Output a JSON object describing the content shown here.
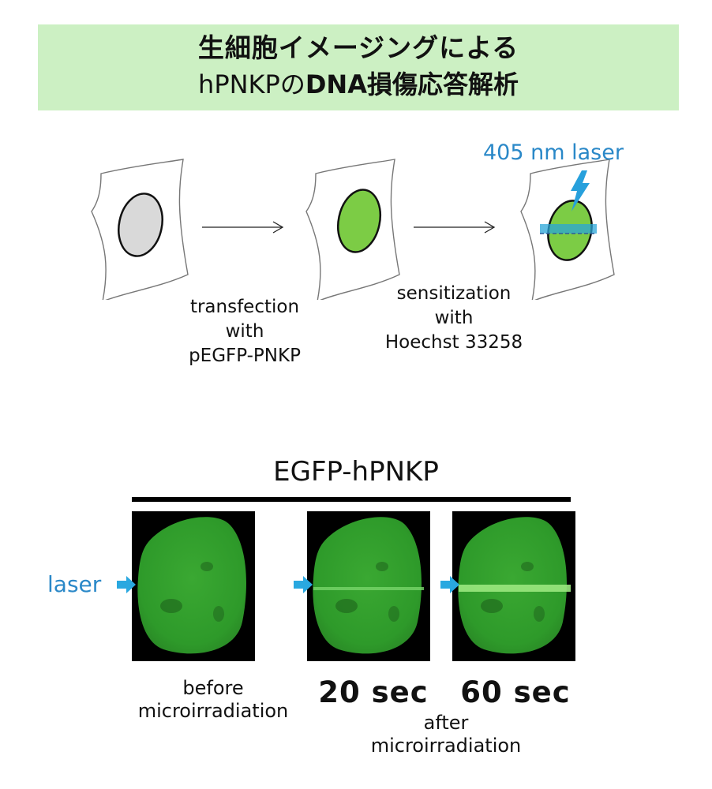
{
  "title": {
    "line1": "生細胞イメージングによる",
    "line2_a": "hPNKPの",
    "line2_b": "DNA損傷応答解析"
  },
  "schema": {
    "laser_label": "405 nm laser",
    "step1_label": [
      "transfection",
      "with",
      "pEGFP-PNKP"
    ],
    "step2_label": [
      "sensitization",
      "with",
      "Hoechst 33258"
    ]
  },
  "imaging": {
    "headline": "EGFP-hPNKP",
    "laser_side_label": "laser",
    "panel_before_caption": [
      "before",
      "microirradiation"
    ],
    "time_20": "20 sec",
    "time_60": "60 sec",
    "after_caption": [
      "after",
      "microirradiation"
    ]
  },
  "colors": {
    "title_bg": "#ccf0c3",
    "laser_blue": "#2a88c8",
    "arrow_cyan": "#29a8e0",
    "nucleus_grey": "#d9d9d9",
    "nucleus_green": "#7ccc45",
    "egfp_green": "#2e9a2a"
  }
}
